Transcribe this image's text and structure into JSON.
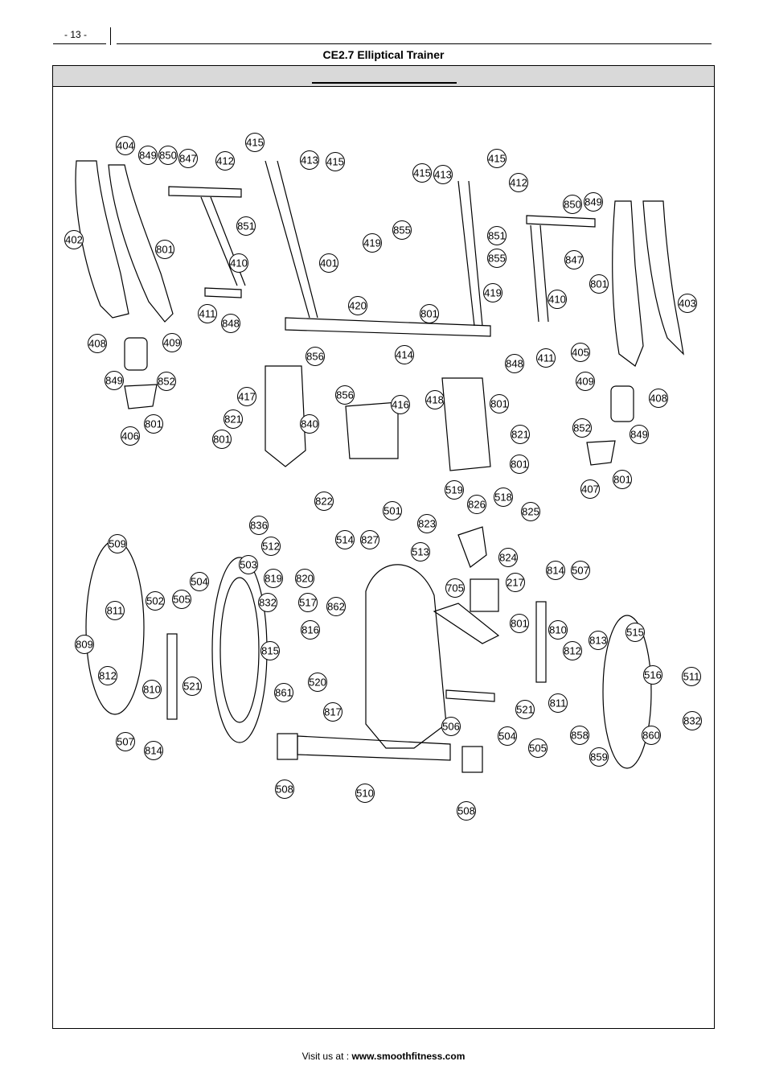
{
  "page": {
    "page_number": "- 13 -",
    "title": "CE2.7 Elliptical Trainer",
    "footer_prefix": "Visit us at : ",
    "footer_url": "www.smoothfitness.com"
  },
  "diagram": {
    "callouts": [
      "402",
      "404",
      "849",
      "850",
      "847",
      "412",
      "415",
      "413",
      "415",
      "851",
      "801",
      "410",
      "401",
      "411",
      "848",
      "408",
      "409",
      "849",
      "852",
      "406",
      "801",
      "419",
      "855",
      "801",
      "420",
      "414",
      "856",
      "856",
      "417",
      "821",
      "801",
      "840",
      "416",
      "418",
      "801",
      "821",
      "801",
      "415",
      "413",
      "415",
      "412",
      "850",
      "849",
      "855",
      "419",
      "851",
      "847",
      "801",
      "410",
      "403",
      "848",
      "411",
      "405",
      "409",
      "408",
      "852",
      "849",
      "407",
      "801",
      "822",
      "836",
      "512",
      "519",
      "826",
      "518",
      "825",
      "823",
      "513",
      "824",
      "501",
      "514",
      "827",
      "705",
      "217",
      "801",
      "814",
      "507",
      "509",
      "503",
      "504",
      "502",
      "505",
      "811",
      "809",
      "812",
      "810",
      "521",
      "507",
      "814",
      "819",
      "820",
      "832",
      "517",
      "862",
      "816",
      "815",
      "520",
      "861",
      "817",
      "506",
      "508",
      "510",
      "508",
      "504",
      "521",
      "505",
      "810",
      "812",
      "811",
      "813",
      "515",
      "516",
      "511",
      "832",
      "858",
      "859",
      "860"
    ]
  }
}
